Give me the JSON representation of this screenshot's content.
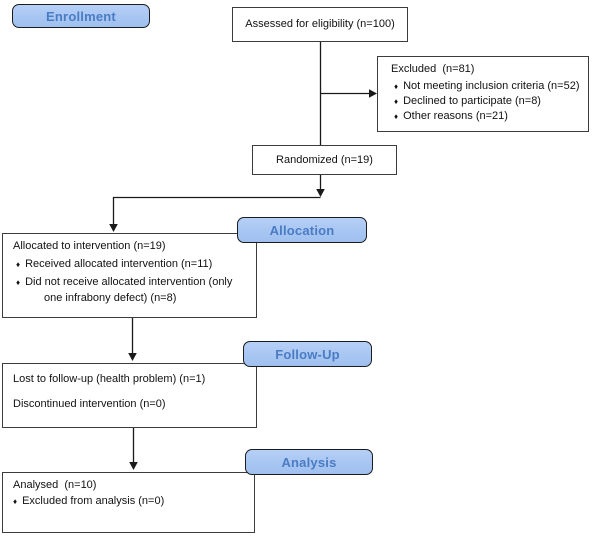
{
  "stages": {
    "enrollment": "Enrollment",
    "allocation": "Allocation",
    "followup": "Follow-Up",
    "analysis": "Analysis"
  },
  "bullet_char": "♦",
  "boxes": {
    "assessed": {
      "text": "Assessed for eligibility (n=100)"
    },
    "excluded": {
      "title": "Excluded  (n=81)",
      "items": [
        "Not meeting inclusion criteria (n=52)",
        "Declined to participate (n=8)",
        "Other reasons (n=21)"
      ]
    },
    "randomized": {
      "text": "Randomized (n=19)"
    },
    "allocated": {
      "title": "Allocated to intervention (n=19)",
      "items": [
        "Received allocated intervention (n=11)",
        "Did not receive allocated intervention (only"
      ],
      "item2_continuation": "one infrabony defect) (n=8)"
    },
    "lost": {
      "line1": "Lost to follow-up (health problem) (n=1)",
      "line2": "Discontinued intervention (n=0)"
    },
    "analysed": {
      "title": "Analysed  (n=10)",
      "items": [
        "Excluded from analysis (n=0)"
      ]
    }
  },
  "colors": {
    "stage_label_fill": "#a8c6f2",
    "stage_label_text": "#4a7cc4",
    "box_border": "#3c3c3c",
    "connector": "#1a1a1a",
    "background": "#ffffff"
  }
}
